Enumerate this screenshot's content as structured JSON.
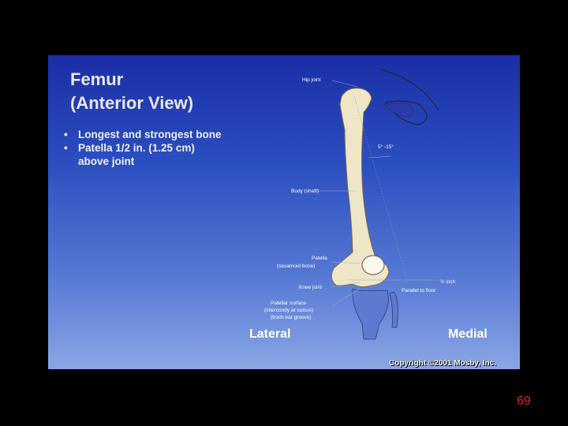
{
  "slide": {
    "title": "Femur\n(Anterior View)",
    "bullets": [
      "Longest and strongest bone",
      "Patella 1/2 in. (1.25 cm)"
    ],
    "bullet_continuation": "above joint",
    "side_left": "Lateral",
    "side_right": "Medial",
    "copyright": "Copyright ©2001 Mosby, Inc."
  },
  "diagram": {
    "labels": {
      "hip_joint": "Hip joint",
      "angle": "5° -15°",
      "body_shaft": "Body (shaft)",
      "patella_line1": "Patella",
      "patella_line2": "(sesamoid bone)",
      "knee_joint": "Knee joint",
      "patellar_surface_line1": "Patellar surface",
      "patellar_surface_line2": "(intercondy ar sulcus)",
      "patellar_surface_line3": "(troch ear groove)",
      "half_inch": "½ inch",
      "parallel_floor": "Parallel to floor"
    }
  },
  "page_number": "69"
}
